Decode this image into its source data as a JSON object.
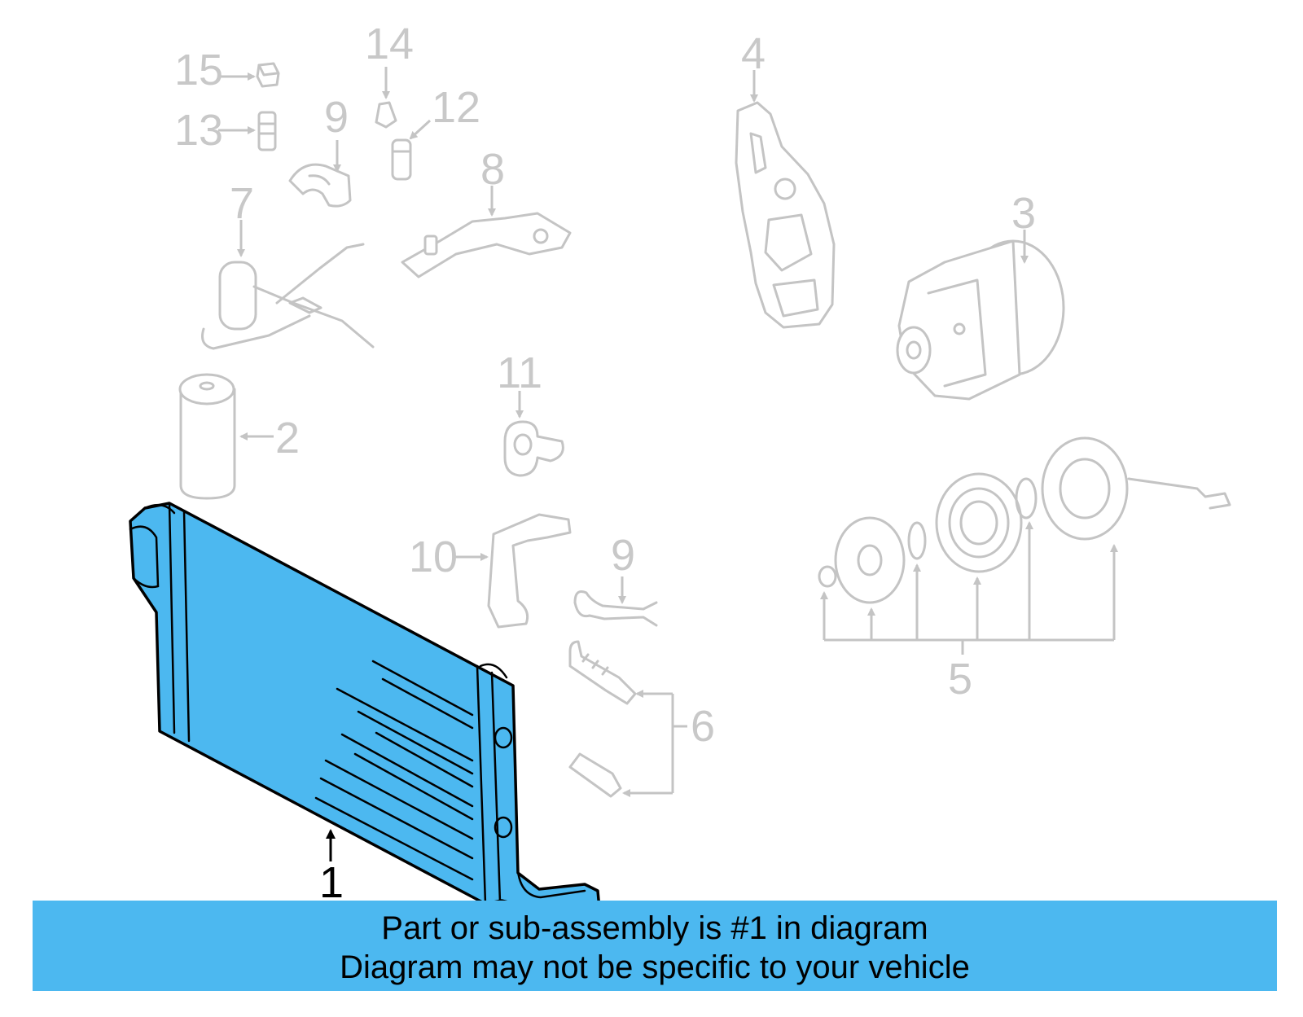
{
  "diagram": {
    "callouts": {
      "c1": "1",
      "c2": "2",
      "c3": "3",
      "c4": "4",
      "c5": "5",
      "c6": "6",
      "c7": "7",
      "c8": "8",
      "c9a": "9",
      "c9b": "9",
      "c10": "10",
      "c11": "11",
      "c12": "12",
      "c13": "13",
      "c14": "14",
      "c15": "15"
    },
    "colors": {
      "highlight": "#4cb8f0",
      "ghost": "#c4c4c4",
      "outline": "#000000"
    }
  },
  "banner": {
    "line1": "Part or sub-assembly is #1 in diagram",
    "line2": "Diagram may not be specific to your vehicle"
  }
}
